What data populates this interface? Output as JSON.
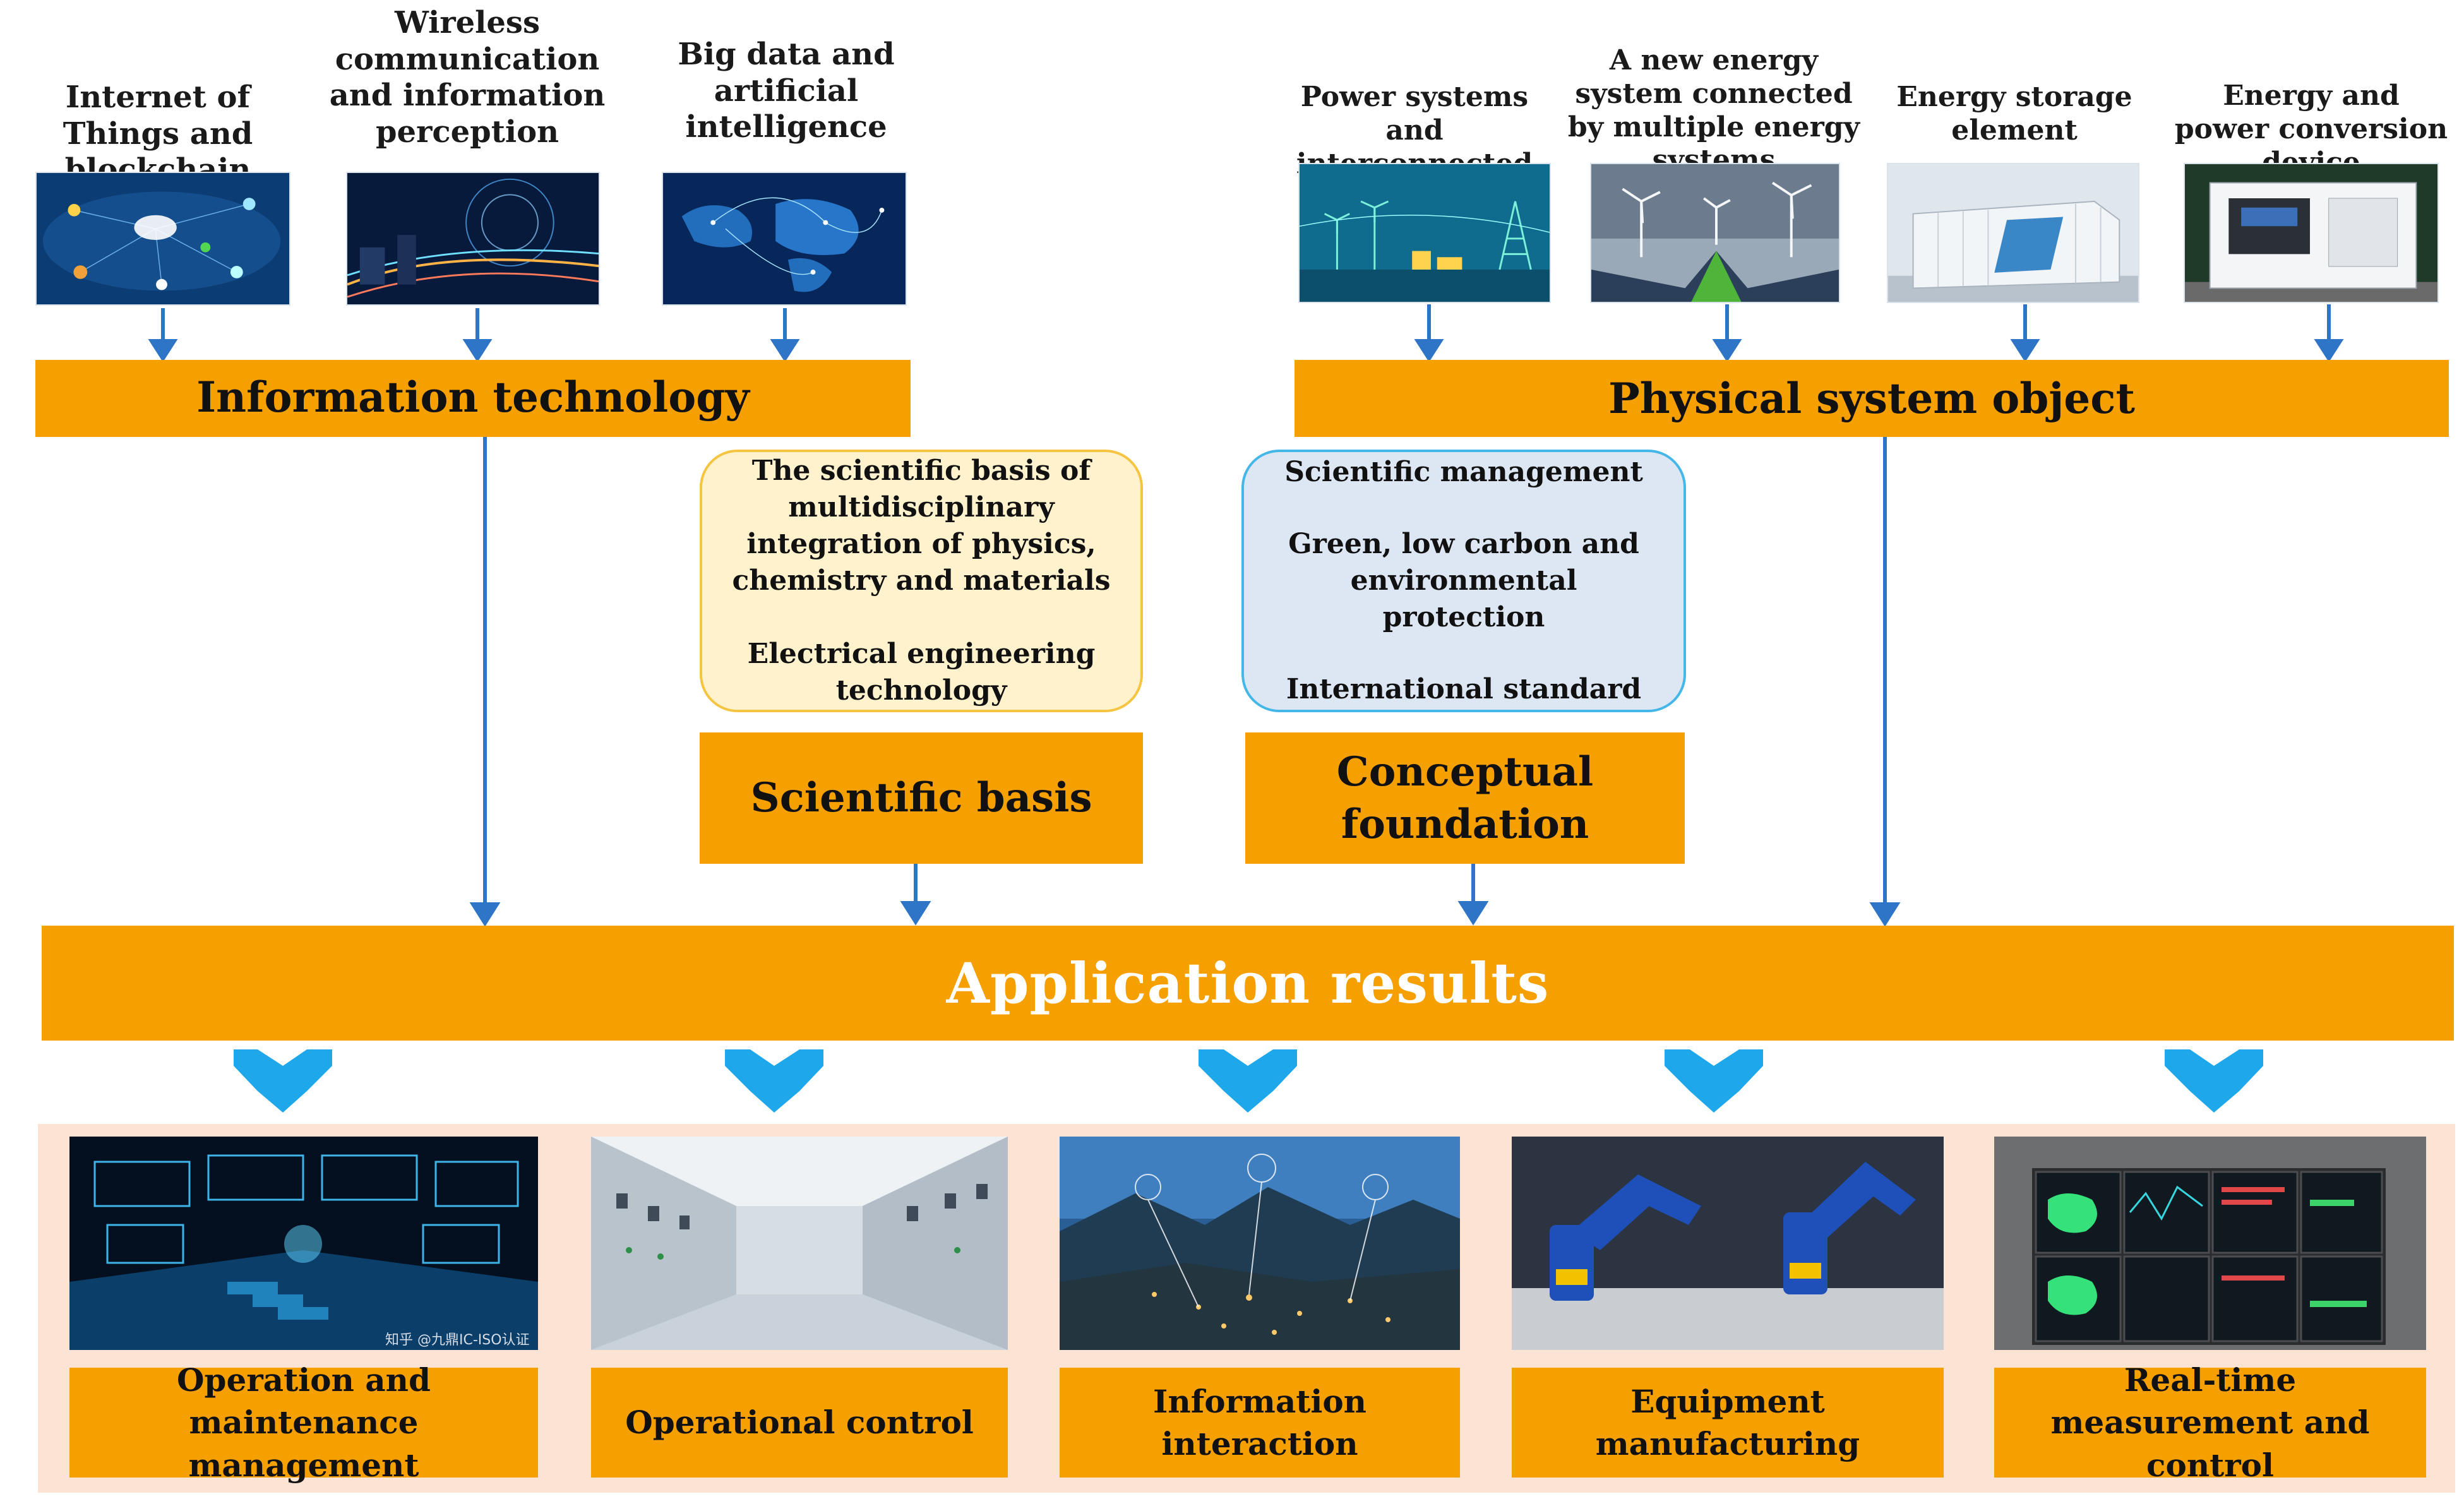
{
  "top_left": {
    "sources": [
      {
        "label": "Internet of Things and blockchain",
        "icon": "iot-blockchain-image"
      },
      {
        "label": "Wireless communication and information perception",
        "icon": "wireless-network-image"
      },
      {
        "label": "Big data and artificial intelligence",
        "icon": "global-network-image"
      }
    ],
    "bar_label": "Information technology"
  },
  "top_right": {
    "sources": [
      {
        "label": "Power systems and interconnected grids",
        "icon": "power-grid-image"
      },
      {
        "label": "A new energy system connected by multiple energy systems",
        "icon": "wind-solar-image"
      },
      {
        "label": "Energy storage element",
        "icon": "energy-storage-container-image"
      },
      {
        "label": "Energy and power conversion device",
        "icon": "power-converter-image"
      }
    ],
    "bar_label": "Physical system object"
  },
  "scientific": {
    "box_lines": [
      "The scientific basis of multidisciplinary integration of physics, chemistry and materials",
      "Electrical engineering technology"
    ],
    "bar_label": "Scientific basis"
  },
  "conceptual": {
    "box_lines": [
      "Scientific management",
      "Green, low carbon and environmental protection",
      "International standard"
    ],
    "bar_label": "Conceptual foundation"
  },
  "application": {
    "label": "Application results"
  },
  "outputs": [
    {
      "label": "Operation and maintenance management",
      "icon": "digital-control-room-image"
    },
    {
      "label": "Operational control",
      "icon": "switchgear-room-image"
    },
    {
      "label": "Information interaction",
      "icon": "smart-city-night-image"
    },
    {
      "label": "Equipment manufacturing",
      "icon": "industrial-robot-image"
    },
    {
      "label": "Real-time measurement and control",
      "icon": "monitoring-screens-image"
    }
  ],
  "watermark": "知乎 @九鼎IC-ISO认证",
  "colors": {
    "bar": "#f6a000",
    "arrow": "#2e75c8",
    "big_arrow": "#1ea7ea",
    "scientific_box_fill": "#fff2cc",
    "scientific_box_border": "#f5c542",
    "conceptual_box_fill": "#dde7f3",
    "conceptual_box_border": "#44b7e8",
    "outputs_background": "#fde3d4"
  }
}
